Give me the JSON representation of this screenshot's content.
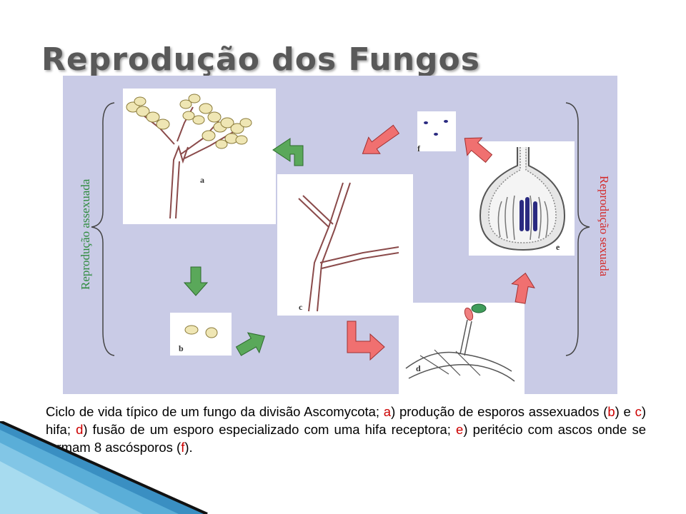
{
  "slide": {
    "title": "Reprodução dos Fungos"
  },
  "figure": {
    "label_asexual": "Reprodução assexuada",
    "label_sexual": "Reprodução sexuada",
    "panels": {
      "a": "a",
      "b": "b",
      "c": "c",
      "d": "d",
      "e": "e",
      "f": "f"
    },
    "colors": {
      "background": "#c9cbe6",
      "asexual_arrow": "#5aa85a",
      "sexual_arrow": "#f07070",
      "spore": "#2a2a80",
      "sheath": "#3f9c5a"
    }
  },
  "caption": {
    "t1": "Ciclo de vida típico de um fungo da divisão Ascomycota; ",
    "a": "a",
    "t2": ") produção de esporos assexuados (",
    "b": "b",
    "t3": ") e ",
    "c": "c",
    "t4": ") hifa; ",
    "d": "d",
    "t5": ") fusão de um esporo especializado com uma hifa receptora; ",
    "e": "e",
    "t6": ") peritécio com ascos onde se formam 8 ascósporos (",
    "f": "f",
    "t7": ")."
  }
}
